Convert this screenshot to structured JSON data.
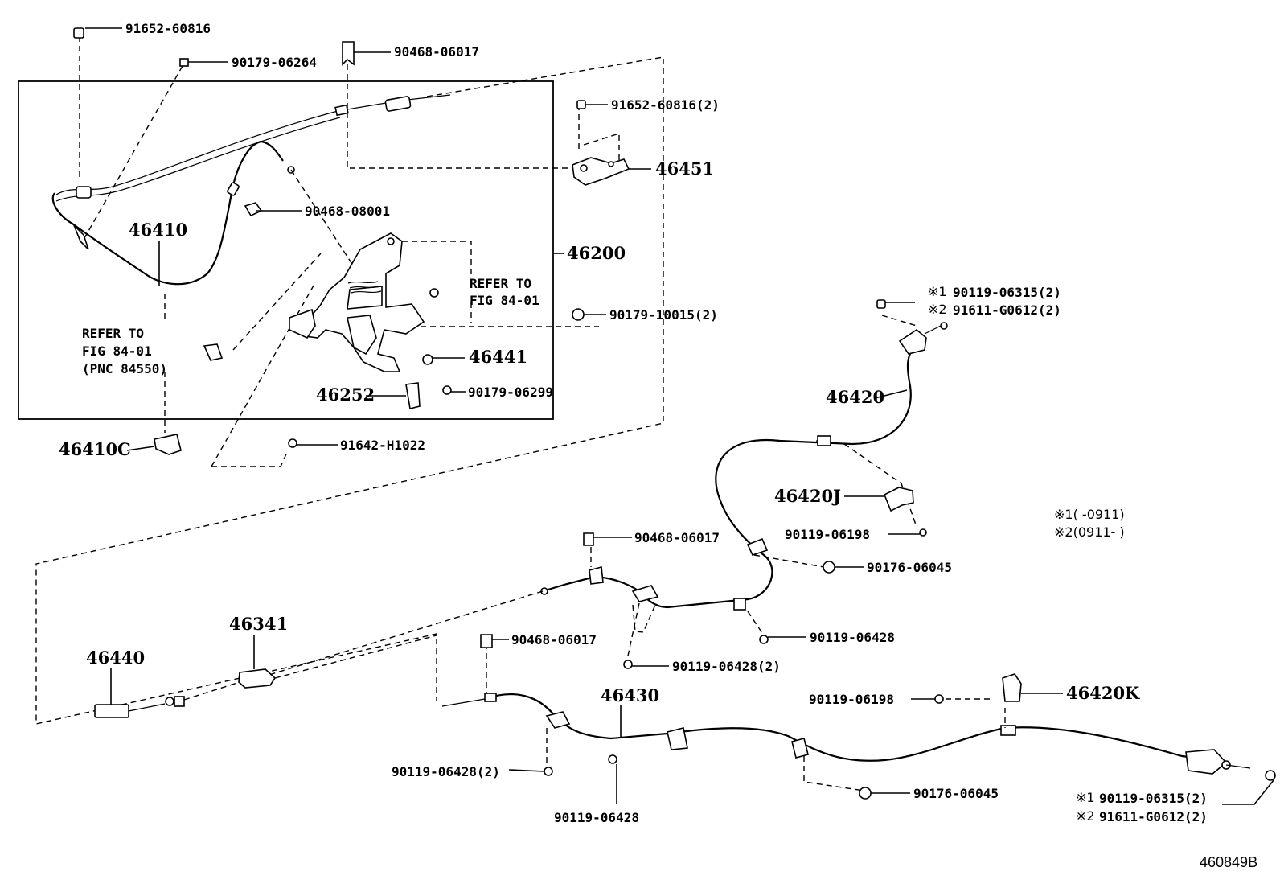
{
  "diagram_id": "460849B",
  "frame_label": "46200",
  "parts": {
    "p_91652_60816": "91652-60816",
    "p_90179_06264": "90179-06264",
    "p_90468_06017_top": "90468-06017",
    "p_91652_60816_2": "91652-60816(2)",
    "p_46451": "46451",
    "p_90468_08001": "90468-08001",
    "p_46410": "46410",
    "p_46200": "46200",
    "p_90179_10015_2": "90179-10015(2)",
    "p_46441": "46441",
    "p_46252": "46252",
    "p_90179_06299": "90179-06299",
    "p_46410C": "46410C",
    "p_91642_H1022": "91642-H1022",
    "p_46420_t_90119_06315_2": "90119-06315(2)",
    "p_46420_t_91611_G0612_2": "91611-G0612(2)",
    "p_46420": "46420",
    "p_46420J": "46420J",
    "p_90119_06198_a": "90119-06198",
    "p_90468_06017_mid": "90468-06017",
    "p_90176_06045_a": "90176-06045",
    "p_90119_06428_a": "90119-06428",
    "p_90119_06428_2a": "90119-06428(2)",
    "p_46341": "46341",
    "p_46440": "46440",
    "p_90468_06017_low": "90468-06017",
    "p_46430": "46430",
    "p_90119_06198_b": "90119-06198",
    "p_46420K": "46420K",
    "p_90119_06428_2b": "90119-06428(2)",
    "p_90119_06428_b": "90119-06428",
    "p_90176_06045_b": "90176-06045",
    "p_bot_90119_06315_2": "90119-06315(2)",
    "p_bot_91611_G0612_2": "91611-G0612(2)"
  },
  "refs": {
    "refer1_line1": "REFER TO",
    "refer1_line2": "FIG 84-01",
    "refer2_line1": "REFER TO",
    "refer2_line2": "FIG 84-01",
    "refer2_line3": "(PNC 84550)"
  },
  "marks": {
    "m1": "※1",
    "m2": "※2"
  },
  "notes": {
    "note1": "※1(   -0911)",
    "note2": "※2(0911-   )"
  }
}
